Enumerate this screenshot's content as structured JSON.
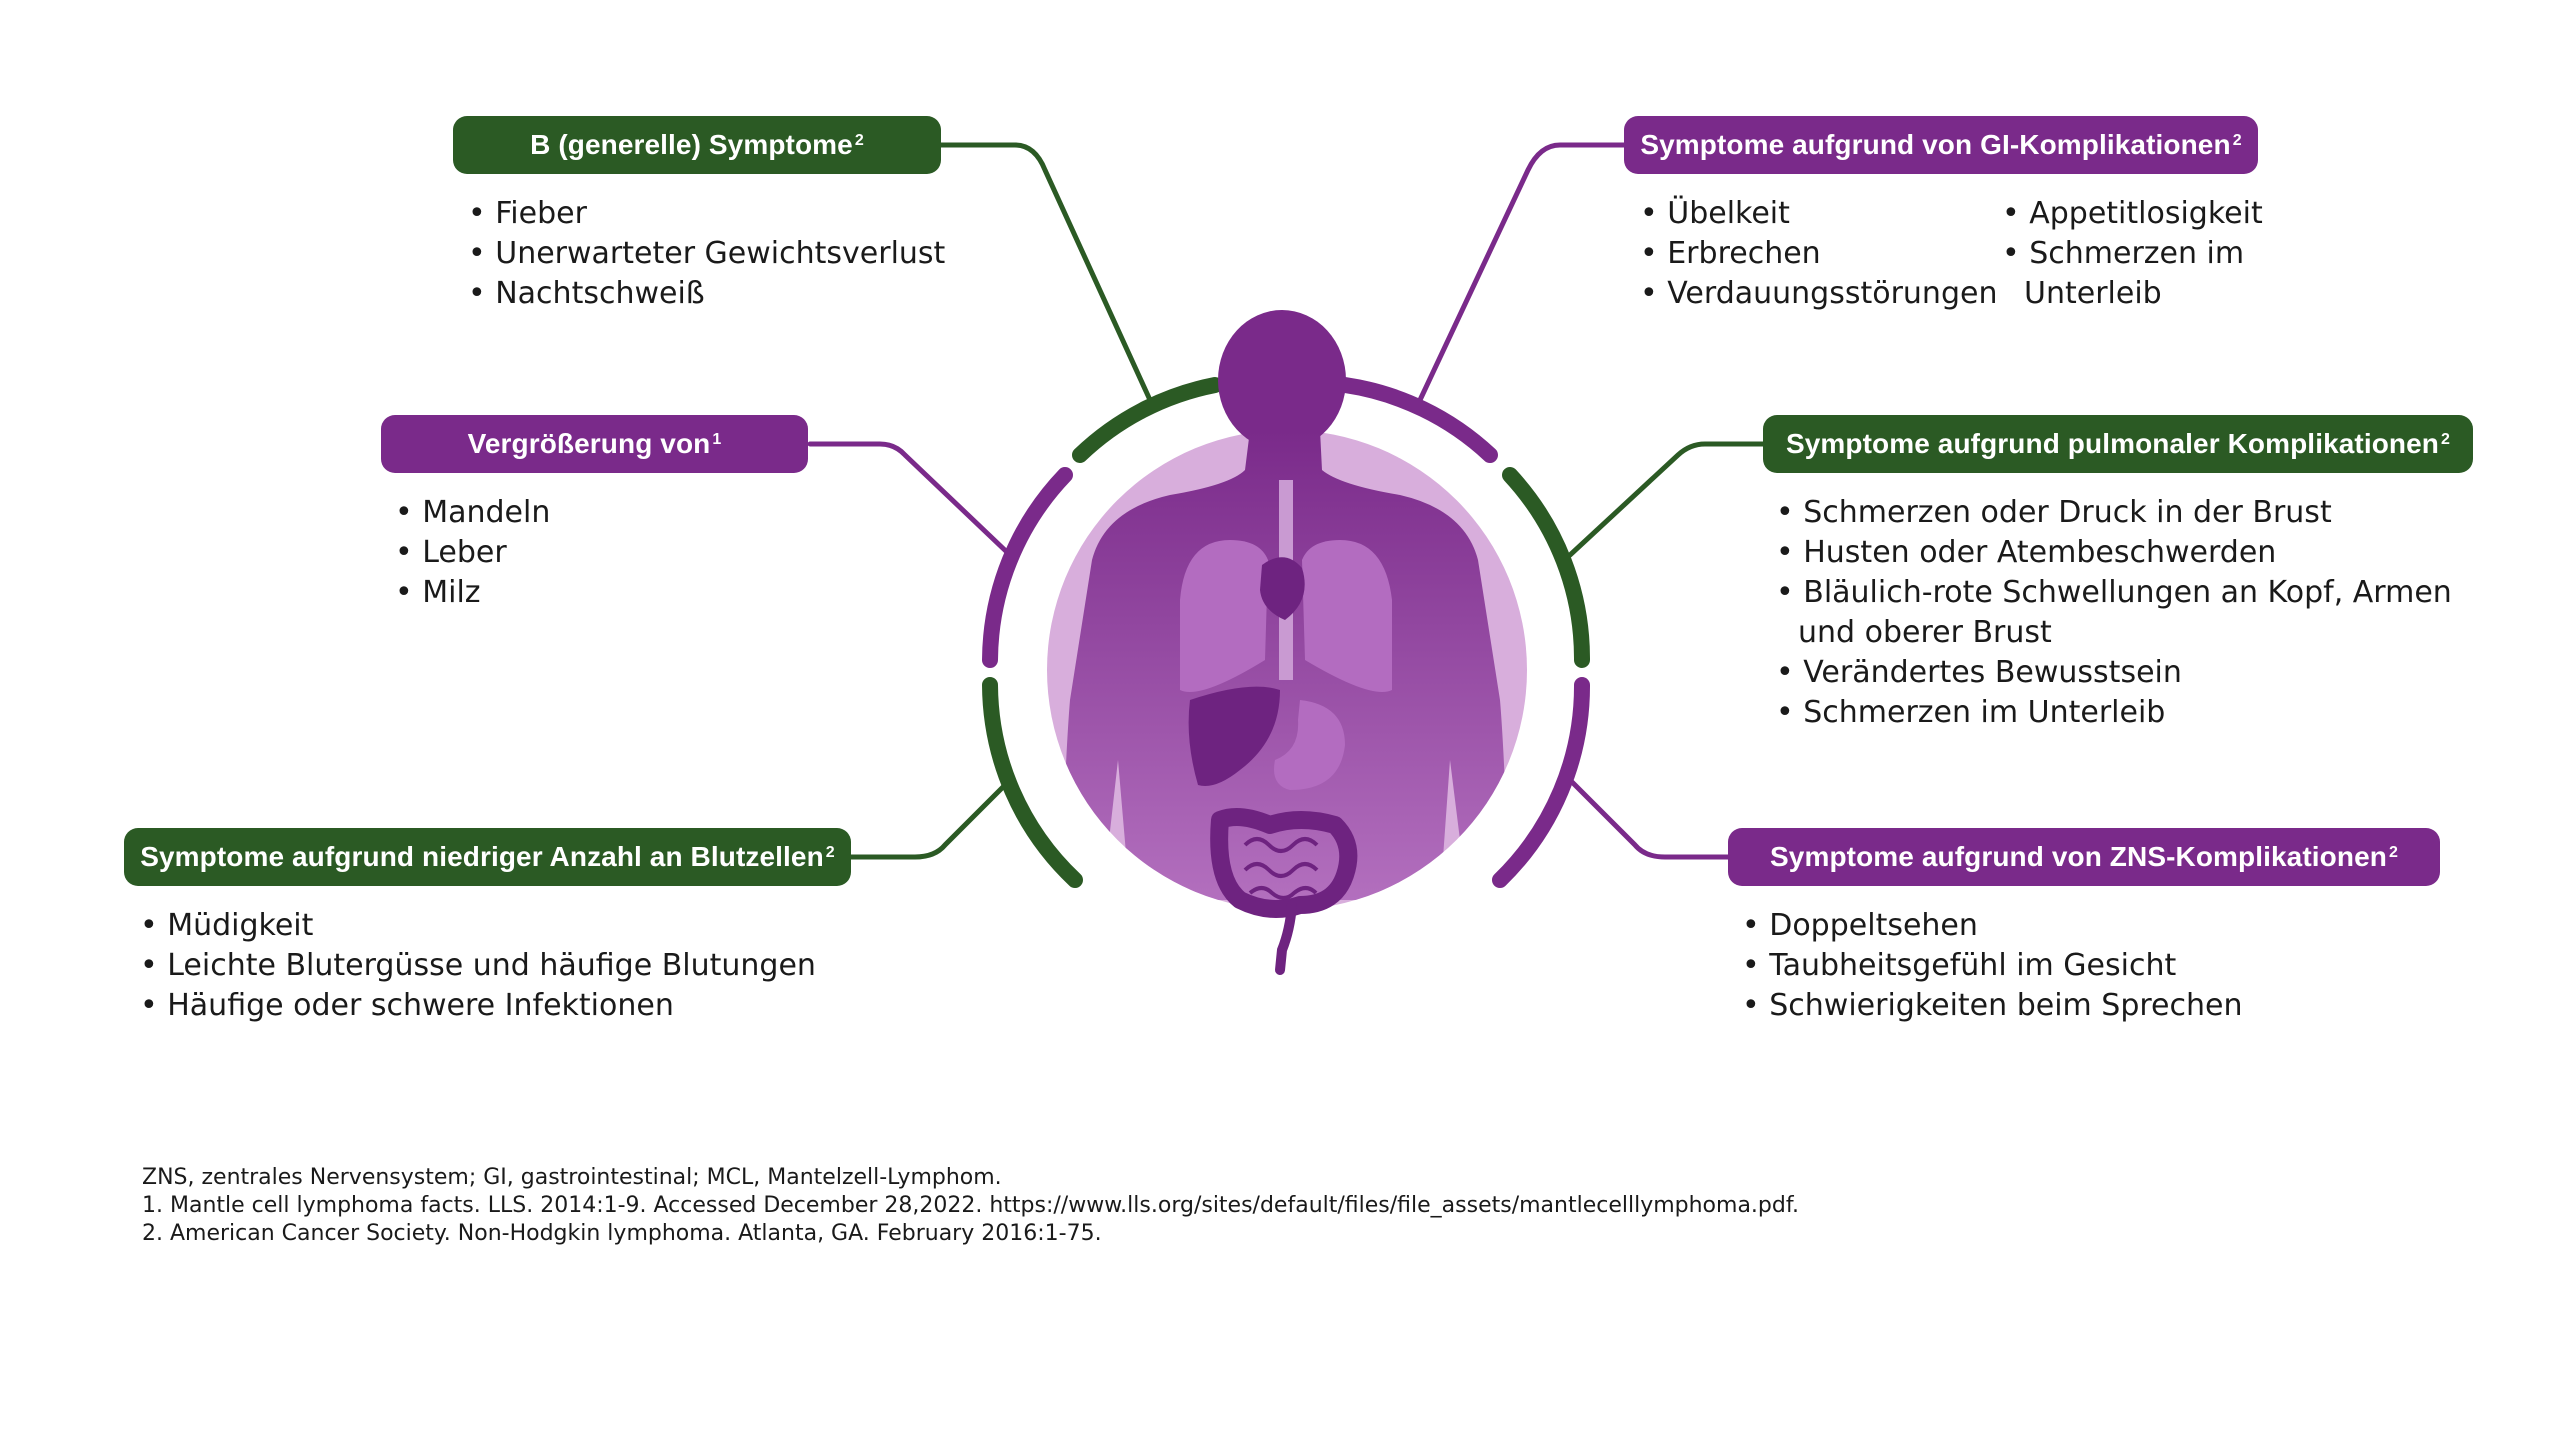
{
  "colors": {
    "green": "#2b5a24",
    "purple": "#7a2a8a",
    "circle_fill": "#d8aedc",
    "body_fill": "#8b3e9a"
  },
  "boxes": {
    "b_symptome": {
      "title": "B (generelle) Symptome",
      "ref": "2",
      "items": [
        "• Fieber",
        "• Unerwarteter Gewichtsverlust",
        "• Nachtschweiß"
      ]
    },
    "vergroesserung": {
      "title": "Vergrößerung von",
      "ref": "1",
      "items": [
        "• Mandeln",
        "• Leber",
        "• Milz"
      ]
    },
    "blutzellen": {
      "title": "Symptome aufgrund niedriger Anzahl an Blutzellen",
      "ref": "2",
      "items": [
        "• Müdigkeit",
        "• Leichte Blutergüsse und häufige Blutungen",
        "• Häufige oder schwere Infektionen"
      ]
    },
    "gi": {
      "title": "Symptome aufgrund von GI-Komplikationen",
      "ref": "2",
      "items_left": [
        "• Übelkeit",
        "• Erbrechen",
        "• Verdauungsstörungen"
      ],
      "items_right": [
        "• Appetitlosigkeit",
        "• Schmerzen im",
        "Unterleib"
      ]
    },
    "pulmonal": {
      "title": "Symptome aufgrund pulmonaler Komplikationen",
      "ref": "2",
      "items": [
        "• Schmerzen oder Druck in der Brust",
        "• Husten oder Atembeschwerden",
        "• Bläulich-rote Schwellungen an Kopf, Armen",
        "und oberer Brust",
        "• Verändertes Bewusstsein",
        "• Schmerzen im Unterleib"
      ]
    },
    "zns": {
      "title": "Symptome aufgrund von ZNS-Komplikationen",
      "ref": "2",
      "items": [
        "• Doppeltsehen",
        "• Taubheitsgefühl im Gesicht",
        "• Schwierigkeiten beim Sprechen"
      ]
    }
  },
  "footnotes": [
    "ZNS, zentrales Nervensystem; GI, gastrointestinal; MCL, Mantelzell-Lymphom.",
    "1. Mantle cell lymphoma facts. LLS. 2014:1-9. Accessed December 28,2022. https://www.lls.org/sites/default/files/file_assets/mantlecelllymphoma.pdf.",
    "2. American Cancer Society. Non-Hodgkin lymphoma. Atlanta, GA. February 2016:1-75."
  ]
}
